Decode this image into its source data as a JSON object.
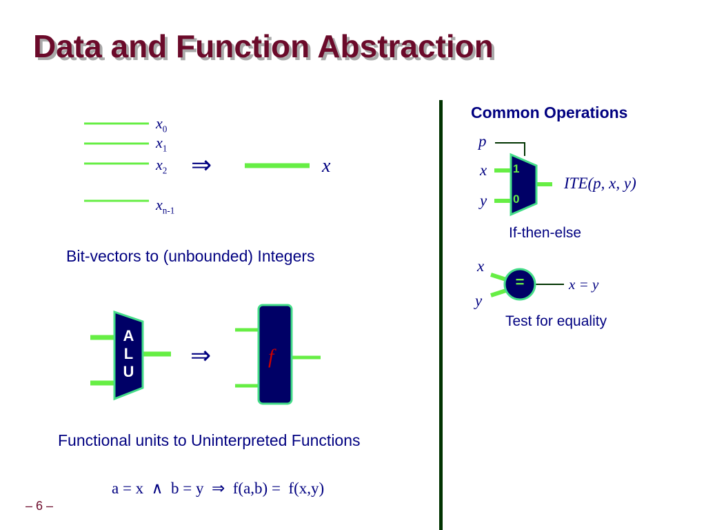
{
  "slide": {
    "title": "Data and Function Abstraction",
    "page_number": "– 6 –"
  },
  "left": {
    "bitvector_labels": [
      "x",
      "0",
      "x",
      "1",
      "x",
      "2",
      "x",
      "n-1"
    ],
    "implies_symbol": "⇒",
    "integer_label": "x",
    "bitvector_caption": "Bit-vectors to (unbounded) Integers",
    "alu_letters": [
      "A",
      "L",
      "U"
    ],
    "function_label": "f",
    "functional_caption": "Functional units to Uninterpreted Functions",
    "formula": "a = x  ∧  b = y  ⇒  f(a,b) =  f(x,y)"
  },
  "right": {
    "heading": "Common Operations",
    "ite": {
      "input_p": "p",
      "input_x": "x",
      "input_y": "y",
      "mux_top": "1",
      "mux_bottom": "0",
      "output": "ITE(p, x, y)",
      "caption": "If-then-else"
    },
    "eq": {
      "input_x": "x",
      "input_y": "y",
      "symbol": "=",
      "output": "x = y",
      "caption": "Test for equality"
    }
  },
  "colors": {
    "title": "#6b0a2a",
    "text": "#000080",
    "wire": "#66ee44",
    "block_fill": "#000066",
    "block_border": "#44dd88",
    "divider": "#003300"
  }
}
